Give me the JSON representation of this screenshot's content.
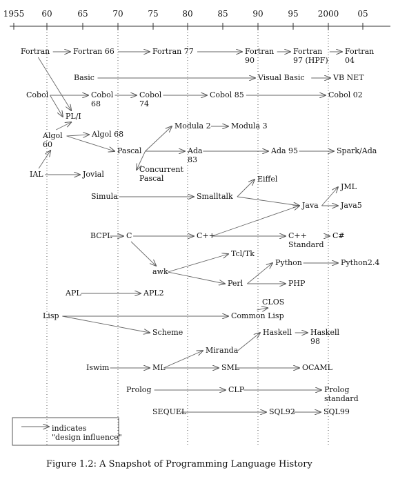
{
  "timeline": {
    "ticks": [
      "1955",
      "60",
      "65",
      "70",
      "75",
      "80",
      "85",
      "90",
      "95",
      "2000",
      "05"
    ]
  },
  "languages": [
    {
      "id": "fortran",
      "label": "Fortran"
    },
    {
      "id": "fortran66",
      "label": "Fortran 66"
    },
    {
      "id": "fortran77",
      "label": "Fortran 77"
    },
    {
      "id": "fortran90",
      "label": "Fortran 90"
    },
    {
      "id": "fortran97",
      "label": "Fortran 97 (HPF)"
    },
    {
      "id": "fortran04",
      "label": "Fortran 04"
    },
    {
      "id": "basic",
      "label": "Basic"
    },
    {
      "id": "visualbasic",
      "label": "Visual Basic"
    },
    {
      "id": "vbnet",
      "label": "VB NET"
    },
    {
      "id": "cobol",
      "label": "Cobol"
    },
    {
      "id": "cobol68",
      "label": "Cobol 68"
    },
    {
      "id": "cobol74",
      "label": "Cobol 74"
    },
    {
      "id": "cobol85",
      "label": "Cobol 85"
    },
    {
      "id": "cobol02",
      "label": "Cobol 02"
    },
    {
      "id": "pli",
      "label": "PL/I"
    },
    {
      "id": "algol60",
      "label": "Algol 60"
    },
    {
      "id": "algol68",
      "label": "Algol 68"
    },
    {
      "id": "modula2",
      "label": "Modula 2"
    },
    {
      "id": "modula3",
      "label": "Modula 3"
    },
    {
      "id": "pascal",
      "label": "Pascal"
    },
    {
      "id": "ada83",
      "label": "Ada 83"
    },
    {
      "id": "ada95",
      "label": "Ada 95"
    },
    {
      "id": "sparkada",
      "label": "Spark/Ada"
    },
    {
      "id": "ial",
      "label": "IAL"
    },
    {
      "id": "jovial",
      "label": "Jovial"
    },
    {
      "id": "concurrentpascal",
      "label": "Concurrent Pascal"
    },
    {
      "id": "eiffel",
      "label": "Eiffel"
    },
    {
      "id": "simula",
      "label": "Simula"
    },
    {
      "id": "smalltalk",
      "label": "Smalltalk"
    },
    {
      "id": "java",
      "label": "Java"
    },
    {
      "id": "jml",
      "label": "JML"
    },
    {
      "id": "java5",
      "label": "Java5"
    },
    {
      "id": "bcpl",
      "label": "BCPL"
    },
    {
      "id": "c",
      "label": "C"
    },
    {
      "id": "cpp",
      "label": "C++"
    },
    {
      "id": "cppstandard",
      "label": "C++ Standard"
    },
    {
      "id": "csharp",
      "label": "C#"
    },
    {
      "id": "tcltk",
      "label": "Tcl/Tk"
    },
    {
      "id": "awk",
      "label": "awk"
    },
    {
      "id": "python",
      "label": "Python"
    },
    {
      "id": "python24",
      "label": "Python2.4"
    },
    {
      "id": "perl",
      "label": "Perl"
    },
    {
      "id": "php",
      "label": "PHP"
    },
    {
      "id": "apl",
      "label": "APL"
    },
    {
      "id": "apl2",
      "label": "APL2"
    },
    {
      "id": "clos",
      "label": "CLOS"
    },
    {
      "id": "lisp",
      "label": "Lisp"
    },
    {
      "id": "commonlisp",
      "label": "Common Lisp"
    },
    {
      "id": "scheme",
      "label": "Scheme"
    },
    {
      "id": "haskell",
      "label": "Haskell"
    },
    {
      "id": "haskell98",
      "label": "Haskell 98"
    },
    {
      "id": "miranda",
      "label": "Miranda"
    },
    {
      "id": "iswim",
      "label": "Iswim"
    },
    {
      "id": "ml",
      "label": "ML"
    },
    {
      "id": "sml",
      "label": "SML"
    },
    {
      "id": "ocaml",
      "label": "OCAML"
    },
    {
      "id": "prolog",
      "label": "Prolog"
    },
    {
      "id": "clp",
      "label": "CLP"
    },
    {
      "id": "prologstandard",
      "label": "Prolog standard"
    },
    {
      "id": "sequel",
      "label": "SEQUEL"
    },
    {
      "id": "sql92",
      "label": "SQL92"
    },
    {
      "id": "sql99",
      "label": "SQL99"
    }
  ],
  "influences": [
    [
      "fortran",
      "fortran66"
    ],
    [
      "fortran66",
      "fortran77"
    ],
    [
      "fortran77",
      "fortran90"
    ],
    [
      "fortran90",
      "fortran97"
    ],
    [
      "fortran97",
      "fortran04"
    ],
    [
      "basic",
      "visualbasic"
    ],
    [
      "visualbasic",
      "vbnet"
    ],
    [
      "cobol",
      "cobol68"
    ],
    [
      "cobol68",
      "cobol74"
    ],
    [
      "cobol74",
      "cobol85"
    ],
    [
      "cobol85",
      "cobol02"
    ],
    [
      "fortran",
      "pli"
    ],
    [
      "cobol",
      "pli"
    ],
    [
      "algol60",
      "pli"
    ],
    [
      "algol60",
      "algol68"
    ],
    [
      "algol60",
      "pascal"
    ],
    [
      "ial",
      "algol60"
    ],
    [
      "ial",
      "jovial"
    ],
    [
      "pascal",
      "modula2"
    ],
    [
      "modula2",
      "modula3"
    ],
    [
      "pascal",
      "ada83"
    ],
    [
      "pascal",
      "concurrentpascal"
    ],
    [
      "ada83",
      "ada95"
    ],
    [
      "ada95",
      "sparkada"
    ],
    [
      "simula",
      "smalltalk"
    ],
    [
      "smalltalk",
      "eiffel"
    ],
    [
      "smalltalk",
      "java"
    ],
    [
      "java",
      "jml"
    ],
    [
      "java",
      "java5"
    ],
    [
      "bcpl",
      "c"
    ],
    [
      "c",
      "cpp"
    ],
    [
      "cpp",
      "java"
    ],
    [
      "cpp",
      "cppstandard"
    ],
    [
      "cppstandard",
      "csharp"
    ],
    [
      "c",
      "awk"
    ],
    [
      "awk",
      "tcltk"
    ],
    [
      "awk",
      "perl"
    ],
    [
      "perl",
      "python"
    ],
    [
      "perl",
      "php"
    ],
    [
      "python",
      "python24"
    ],
    [
      "apl",
      "apl2"
    ],
    [
      "lisp",
      "commonlisp"
    ],
    [
      "lisp",
      "scheme"
    ],
    [
      "commonlisp",
      "clos"
    ],
    [
      "iswim",
      "ml"
    ],
    [
      "ml",
      "sml"
    ],
    [
      "ml",
      "miranda"
    ],
    [
      "miranda",
      "haskell"
    ],
    [
      "haskell",
      "haskell98"
    ],
    [
      "sml",
      "ocaml"
    ],
    [
      "prolog",
      "clp"
    ],
    [
      "clp",
      "prologstandard"
    ],
    [
      "sequel",
      "sql92"
    ],
    [
      "sql92",
      "sql99"
    ]
  ],
  "legend": {
    "label_line1": "indicates",
    "label_line2": "\"design influence\""
  },
  "caption": "Figure 1.2: A Snapshot of Programming Language History"
}
